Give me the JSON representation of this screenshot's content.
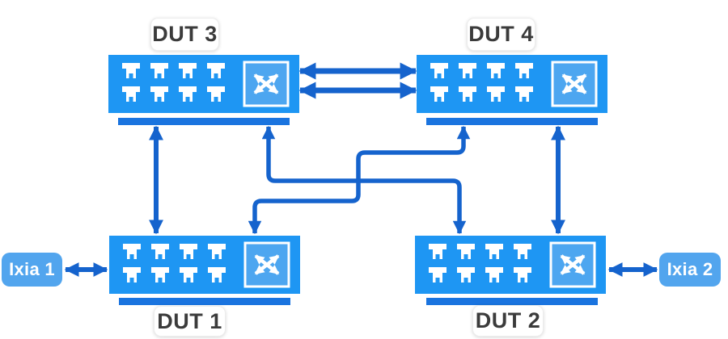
{
  "nodes": {
    "dut3": {
      "label": "DUT 3",
      "type": "switch",
      "visible_ports": 8
    },
    "dut4": {
      "label": "DUT 4",
      "type": "switch",
      "visible_ports": 8
    },
    "dut1": {
      "label": "DUT 1",
      "type": "switch",
      "visible_ports": 8
    },
    "dut2": {
      "label": "DUT 2",
      "type": "switch",
      "visible_ports": 8
    },
    "ixia1": {
      "label": "Ixia 1",
      "type": "traffic-generator"
    },
    "ixia2": {
      "label": "Ixia 2",
      "type": "traffic-generator"
    }
  },
  "connections": [
    {
      "from": "DUT 3",
      "to": "DUT 4",
      "style": "double-headed",
      "links": 2
    },
    {
      "from": "DUT 3",
      "to": "DUT 1",
      "style": "double-headed",
      "links": 1
    },
    {
      "from": "DUT 4",
      "to": "DUT 2",
      "style": "double-headed",
      "links": 1
    },
    {
      "from": "DUT 3",
      "to": "DUT 2",
      "style": "double-headed",
      "links": 1
    },
    {
      "from": "DUT 4",
      "to": "DUT 1",
      "style": "double-headed",
      "links": 1
    },
    {
      "from": "Ixia 1",
      "to": "DUT 1",
      "style": "double-headed",
      "links": 1
    },
    {
      "from": "Ixia 2",
      "to": "DUT 2",
      "style": "double-headed",
      "links": 1
    }
  ],
  "colors": {
    "switch_body": "#1E96F3",
    "switch_base_bar": "#1A74DF",
    "arrow": "#1563CD",
    "ixia_box": "#52A5EE",
    "label_box": "#FFFFFF",
    "label_text": "#3B3B3B",
    "port_icon": "#FFFFFF",
    "fabric_icon_fill": "#4DA6F0"
  },
  "icons": {
    "switch_fabric": "crossed-arrows-icon",
    "port": "ethernet-port-icon"
  }
}
